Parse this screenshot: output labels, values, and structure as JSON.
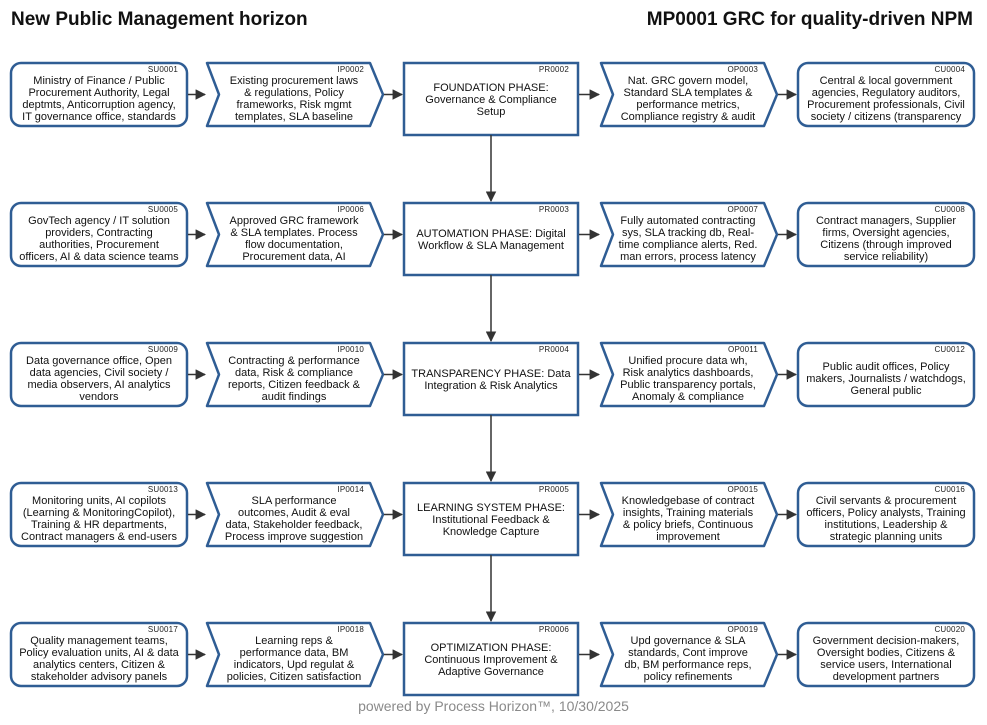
{
  "header": {
    "left_title": "New Public Management horizon",
    "right_title": "MP0001 GRC for quality-driven NPM"
  },
  "footer": {
    "text": "powered by Process Horizon™, 10/30/2025"
  },
  "colors": {
    "stroke": "#2f5d94",
    "arrow": "#333333",
    "fill": "#ffffff"
  },
  "rows": [
    {
      "supplier": {
        "code": "SU0001",
        "lines": [
          "Ministry of Finance / Public",
          "Procurement Authority, Legal",
          "deptmts, Anticorruption agency,",
          "IT governance office, standards"
        ]
      },
      "input": {
        "code": "IP0002",
        "lines": [
          "Existing procurement laws",
          "& regulations, Policy",
          "frameworks, Risk mgmt",
          "templates, SLA baseline"
        ]
      },
      "process": {
        "code": "PR0002",
        "lines": [
          "FOUNDATION PHASE:",
          "Governance & Compliance",
          "Setup"
        ]
      },
      "output": {
        "code": "OP0003",
        "lines": [
          "Nat. GRC govern model,",
          "Standard SLA templates &",
          "performance metrics,",
          "Compliance registry & audit"
        ]
      },
      "customer": {
        "code": "CU0004",
        "lines": [
          "Central & local government",
          "agencies, Regulatory auditors,",
          "Procurement professionals, Civil",
          "society / citizens (transparency"
        ]
      }
    },
    {
      "supplier": {
        "code": "SU0005",
        "lines": [
          "GovTech agency / IT solution",
          "providers, Contracting",
          "authorities, Procurement",
          "officers, AI & data science teams"
        ]
      },
      "input": {
        "code": "IP0006",
        "lines": [
          "Approved GRC framework",
          "& SLA templates. Process",
          "flow documentation,",
          "Procurement data, AI"
        ]
      },
      "process": {
        "code": "PR0003",
        "lines": [
          "AUTOMATION PHASE: Digital",
          "Workflow & SLA Management"
        ]
      },
      "output": {
        "code": "OP0007",
        "lines": [
          "Fully automated contracting",
          "sys, SLA tracking db, Real-",
          "time compliance alerts, Red.",
          "man errors, process latency"
        ]
      },
      "customer": {
        "code": "CU0008",
        "lines": [
          "Contract managers, Supplier",
          "firms, Oversight agencies,",
          "Citizens (through improved",
          "service reliability)"
        ]
      }
    },
    {
      "supplier": {
        "code": "SU0009",
        "lines": [
          "Data governance office, Open",
          "data agencies, Civil society /",
          "media observers, AI analytics",
          "vendors"
        ]
      },
      "input": {
        "code": "IP0010",
        "lines": [
          "Contracting & performance",
          "data, Risk & compliance",
          "reports, Citizen feedback &",
          "audit findings"
        ]
      },
      "process": {
        "code": "PR0004",
        "lines": [
          "TRANSPARENCY PHASE: Data",
          "Integration & Risk Analytics"
        ]
      },
      "output": {
        "code": "OP0011",
        "lines": [
          "Unified procure data wh,",
          "Risk analytics dashboards,",
          "Public transparency portals,",
          "Anomaly & compliance"
        ]
      },
      "customer": {
        "code": "CU0012",
        "lines": [
          "Public audit offices, Policy",
          "makers, Journalists / watchdogs,",
          "General public"
        ]
      }
    },
    {
      "supplier": {
        "code": "SU0013",
        "lines": [
          "Monitoring units, AI copilots",
          "(Learning & MonitoringCopilot),",
          "Training & HR departments,",
          "Contract managers & end-users"
        ]
      },
      "input": {
        "code": "IP0014",
        "lines": [
          "SLA performance",
          "outcomes, Audit & eval",
          "data, Stakeholder feedback,",
          "Process improve suggestion"
        ]
      },
      "process": {
        "code": "PR0005",
        "lines": [
          "LEARNING SYSTEM PHASE:",
          "Institutional Feedback &",
          "Knowledge Capture"
        ]
      },
      "output": {
        "code": "OP0015",
        "lines": [
          "Knowledgebase of contract",
          "insights, Training materials",
          "& policy briefs, Continuous",
          "improvement"
        ]
      },
      "customer": {
        "code": "CU0016",
        "lines": [
          "Civil servants & procurement",
          "officers, Policy analysts, Training",
          "institutions, Leadership &",
          "strategic planning units"
        ]
      }
    },
    {
      "supplier": {
        "code": "SU0017",
        "lines": [
          "Quality management teams,",
          "Policy evaluation units, AI & data",
          "analytics centers, Citizen &",
          "stakeholder advisory panels"
        ]
      },
      "input": {
        "code": "IP0018",
        "lines": [
          "Learning reps &",
          "performance data, BM",
          "indicators, Upd regulat &",
          "policies, Citizen satisfaction"
        ]
      },
      "process": {
        "code": "PR0006",
        "lines": [
          "OPTIMIZATION PHASE:",
          "Continuous Improvement &",
          "Adaptive Governance"
        ]
      },
      "output": {
        "code": "OP0019",
        "lines": [
          "Upd governance & SLA",
          "standards, Cont improve",
          "db, BM performance reps,",
          "policy refinements"
        ]
      },
      "customer": {
        "code": "CU0020",
        "lines": [
          "Government decision-makers,",
          "Oversight bodies, Citizens &",
          "service users, International",
          "development partners"
        ]
      }
    }
  ]
}
